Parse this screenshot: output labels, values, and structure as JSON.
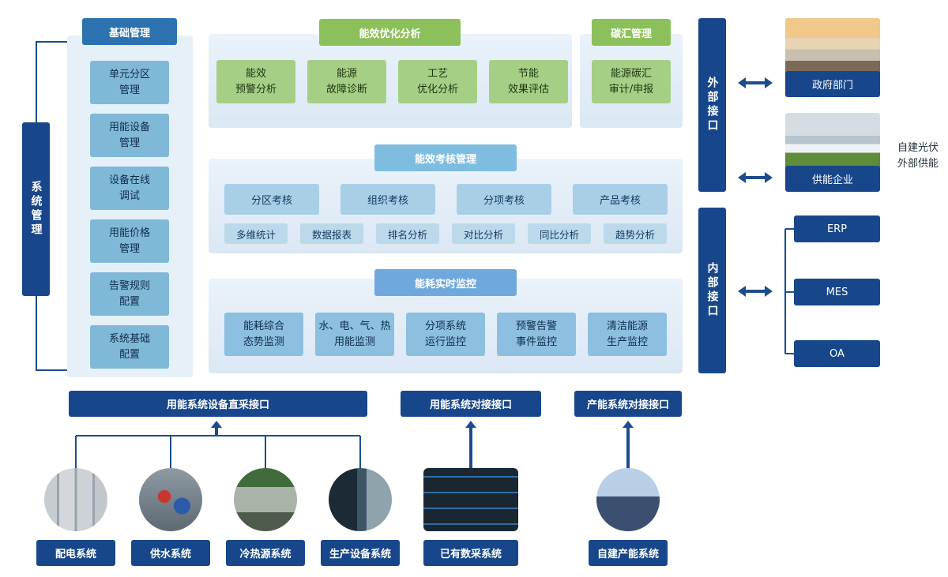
{
  "left_rail": {
    "system_management": "系统管理"
  },
  "basic_management": {
    "title": "基础管理",
    "items": [
      "单元分区\n管理",
      "用能设备\n管理",
      "设备在线\n调试",
      "用能价格\n管理",
      "告警规则\n配置",
      "系统基础\n配置"
    ]
  },
  "optimization": {
    "title": "能效优化分析",
    "items": [
      "能效\n预警分析",
      "能源\n故障诊断",
      "工艺\n优化分析",
      "节能\n效果评估"
    ]
  },
  "carbon": {
    "title": "碳汇管理",
    "items": [
      "能源碳汇\n审计/申报"
    ]
  },
  "assessment": {
    "title": "能效考核管理",
    "row1": [
      "分区考核",
      "组织考核",
      "分项考核",
      "产品考核"
    ],
    "row2": [
      "多维统计",
      "数据报表",
      "排名分析",
      "对比分析",
      "同比分析",
      "趋势分析"
    ]
  },
  "monitoring": {
    "title": "能耗实时监控",
    "items": [
      "能耗综合\n态势监测",
      "水、电、气、热\n用能监测",
      "分项系统\n运行监控",
      "预警告警\n事件监控",
      "清洁能源\n生产监控"
    ]
  },
  "interfaces": {
    "direct": "用能系统设备直采接口",
    "docking": "用能系统对接接口",
    "production": "产能系统对接接口"
  },
  "sources": [
    "配电系统",
    "供水系统",
    "冷热源系统",
    "生产设备系统",
    "已有数采系统",
    "自建产能系统"
  ],
  "external": {
    "title": "外部接口",
    "targets": [
      "政府部门",
      "供能企业"
    ],
    "note": "自建光伏\n外部供能"
  },
  "internal": {
    "title": "内部接口",
    "targets": [
      "ERP",
      "MES",
      "OA"
    ]
  },
  "colors": {
    "navy": "#17478a",
    "accent_green": "#8cc05a",
    "light_panel": "#e6f0f8"
  }
}
